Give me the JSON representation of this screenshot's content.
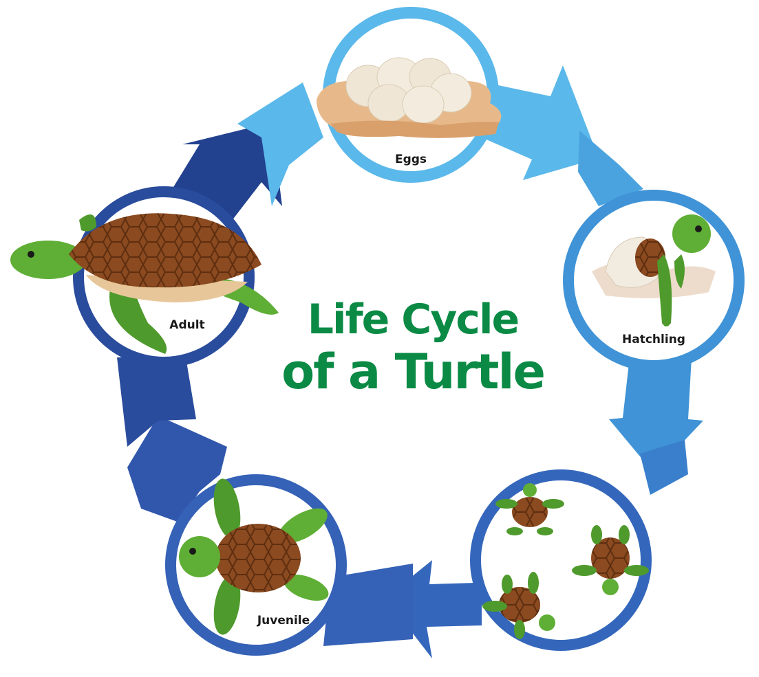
{
  "title": {
    "line1": "Life Cycle",
    "line2": "of a Turtle"
  },
  "stages": [
    {
      "label": "Eggs"
    },
    {
      "label": "Hatchling"
    },
    {
      "label": ""
    },
    {
      "label": "Juvenile"
    },
    {
      "label": "Adult"
    }
  ],
  "colors": {
    "title": "#0a8a44",
    "arrow_light": "#5bb8ea",
    "arrow_mid": "#3f93d6",
    "arrow_dark": "#2c55a6",
    "arrow_navy": "#22418f",
    "shell": "#8a4a1e",
    "skin": "#4f9a2c",
    "egg": "#efe6d6",
    "sand": "#e7b98a"
  }
}
